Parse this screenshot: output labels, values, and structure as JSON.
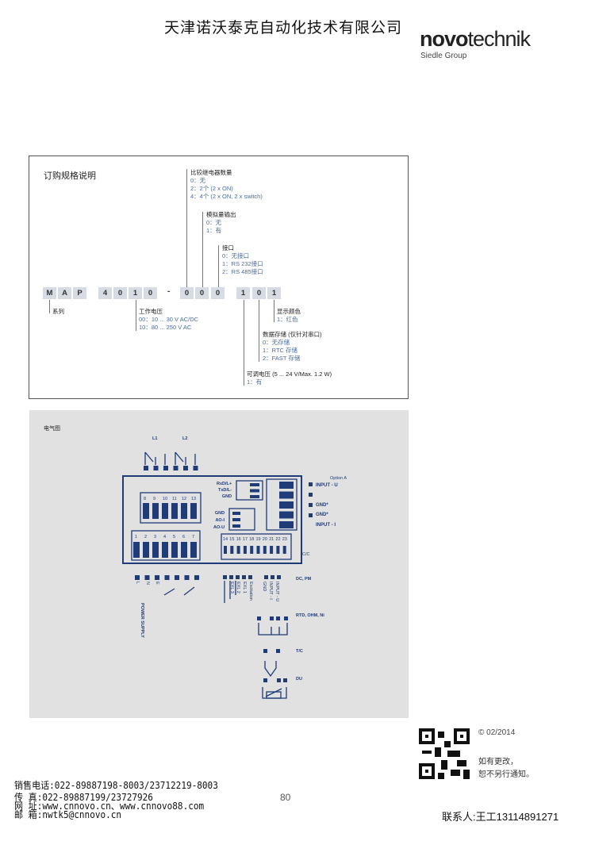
{
  "header": {
    "company_cn": "天津诺沃泰克自动化技术有限公司",
    "logo_bold": "novo",
    "logo_rest": "technik",
    "logo_sub": "Siedle Group"
  },
  "order": {
    "title": "订购规格说明",
    "code_chars": [
      "M",
      "A",
      "P",
      "4",
      "0",
      "1",
      "0",
      "-",
      "0",
      "0",
      "0",
      "1",
      "0",
      "1"
    ],
    "relays": {
      "label": "比较继电器数量",
      "options": [
        "0：无",
        "2：2个 (2 x ON)",
        "4：4个 (2 x ON, 2 x switch)"
      ]
    },
    "analog": {
      "label": "模拟量输出",
      "options": [
        "0：无",
        "1：有"
      ]
    },
    "interface": {
      "label": "接口",
      "options": [
        "0：无接口",
        "1：RS 232接口",
        "2：RS 485接口"
      ]
    },
    "series": {
      "label": "系列"
    },
    "voltage": {
      "label": "工作电压",
      "options": [
        "00：10 ... 30 V AC/DC",
        "10：80 ... 250 V AC"
      ]
    },
    "color": {
      "label": "显示颜色",
      "options": [
        "1：红色"
      ]
    },
    "storage": {
      "label": "数据存储 (仅针对串口)",
      "options": [
        "0：无存储",
        "1：RTC 存储",
        "2：FAST 存储"
      ]
    },
    "adjust": {
      "label": "可调电压 (5 ... 24 V/Max. 1.2 W)",
      "options": [
        "1：有"
      ]
    }
  },
  "diagram": {
    "title": "电气图",
    "relay_labels": [
      "L1",
      "L2"
    ],
    "upper_terms": [
      "8",
      "9",
      "10",
      "11",
      "12",
      "13"
    ],
    "lower_terms": [
      "1",
      "2",
      "3",
      "4",
      "5",
      "6",
      "7"
    ],
    "right_terms": [
      "14",
      "15",
      "16",
      "17",
      "18",
      "19",
      "20",
      "21",
      "22",
      "23"
    ],
    "serial": [
      "RxD/L+",
      "TxD/L-",
      "GND"
    ],
    "analog_out": [
      "GND",
      "AO-I",
      "AO-U"
    ],
    "option": "Option A",
    "inputs": [
      "INPUT - U",
      "GND*",
      "GND*",
      "INPUT - I"
    ],
    "cc": "C/C",
    "power_pins": [
      "L",
      "N",
      "E"
    ],
    "power_supply": "POWER SUPPLY",
    "exc": [
      "EXL 3",
      "EXL 2",
      "EXL 1",
      "Excitation",
      "GND",
      "INPUT - I",
      "INPUT - U"
    ],
    "types": [
      "DC, PM",
      "RTD, OHM, Ni",
      "T/C",
      "DU"
    ]
  },
  "footer": {
    "copyright": "© 02/2014",
    "note1": "如有更改，",
    "note2": "恕不另行通知。",
    "sales": "销售电话:022-89887198-8003/23712219-8003",
    "fax": "传 真:022-89887199/23727926",
    "web": "网 址:www.cnnovo.cn、www.cnnovo88.com",
    "mail": "邮 箱:nwtk5@cnnovo.cn",
    "page": "80",
    "contact": "联系人:王工13114891271"
  },
  "colors": {
    "diagram_blue": "#1f3b78",
    "option_blue": "#4b6b9e",
    "panel_gray": "#e1e1e1"
  }
}
